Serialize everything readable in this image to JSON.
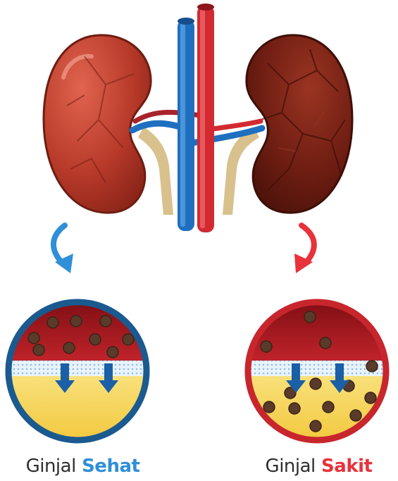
{
  "labels": {
    "left_prefix": "Ginjal",
    "left_word": "Sehat",
    "right_prefix": "Ginjal",
    "right_word": "Sakit"
  },
  "colors": {
    "healthy_accent": "#2f8fd8",
    "sick_accent": "#e8323c",
    "healthy_kidney": "#b83a2a",
    "sick_kidney": "#6e1d12",
    "vein": "#1f6fc0",
    "artery": "#d32a31",
    "ureter": "#d9c18d",
    "blood": "#a8161c",
    "urine": "#f6d54a",
    "particle": "#5a3a28"
  },
  "icons": {
    "left_arrow": "curved-arrow-down-icon",
    "right_arrow": "curved-arrow-down-icon"
  }
}
